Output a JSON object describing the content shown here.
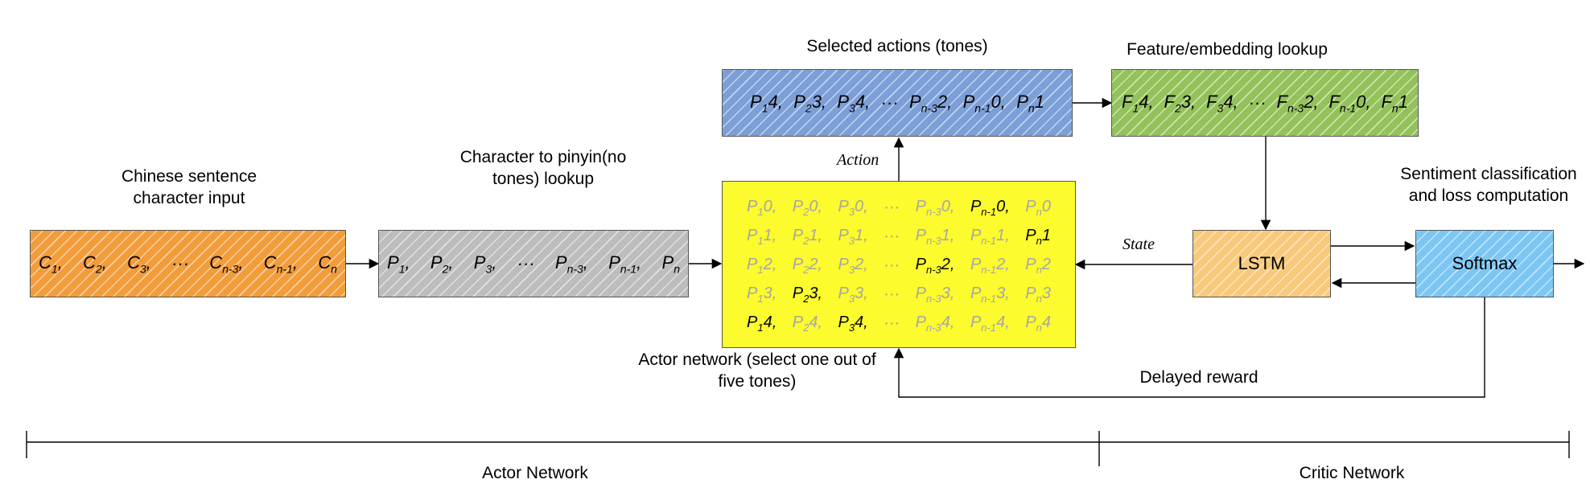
{
  "labels": {
    "input": "Chinese sentence character input",
    "pinyin": "Character to pinyin(no tones) lookup",
    "selected": "Selected actions (tones)",
    "feature": "Feature/embedding lookup",
    "sentiment": "Sentiment classification and loss computation",
    "actor_net": "Actor network (select one out of five tones)",
    "delayed": "Delayed reward",
    "action": "Action",
    "state": "State",
    "lstm": "LSTM",
    "softmax": "Softmax",
    "actor_section": "Actor Network",
    "critic_section": "Critic Network"
  },
  "colors": {
    "orange": "#f29c3a",
    "gray": "#bdbdbd",
    "blue": "#7c9fd8",
    "green": "#93c25a",
    "yellow": "#fbfb2e",
    "lstm": "#f8c97a",
    "softmax": "#7cc6f4",
    "inactive": "#a6a6a6"
  },
  "sequences": {
    "chars": [
      "C1,",
      "C2,",
      "C3,",
      "···",
      "Cn-3,",
      "Cn-1,",
      "Cn"
    ],
    "pinyin": [
      "P1,",
      "P2,",
      "P3,",
      "···",
      "Pn-3,",
      "Pn-1,",
      "Pn"
    ],
    "actions": [
      "P14,",
      "P23,",
      "P34,",
      "···",
      "Pn-32,",
      "Pn-10,",
      "Pn1"
    ],
    "features": [
      "F14,",
      "F23,",
      "F34,",
      "···",
      "Fn-32,",
      "Fn-10,",
      "Fn1"
    ]
  },
  "tone_grid": {
    "rows": [
      [
        "P10,",
        "P20,",
        "P30,",
        "···",
        "Pn-30,",
        "Pn-10,",
        "Pn0"
      ],
      [
        "P11,",
        "P21,",
        "P31,",
        "···",
        "Pn-31,",
        "Pn-11,",
        "Pn1"
      ],
      [
        "P12,",
        "P22,",
        "P32,",
        "···",
        "Pn-32,",
        "Pn-12,",
        "Pn2"
      ],
      [
        "P13,",
        "P23,",
        "P33,",
        "···",
        "Pn-33,",
        "Pn-13,",
        "Pn3"
      ],
      [
        "P14,",
        "P24,",
        "P34,",
        "···",
        "Pn-34,",
        "Pn-14,",
        "Pn4"
      ]
    ],
    "selected": [
      [
        0,
        5
      ],
      [
        1,
        6
      ],
      [
        2,
        4
      ],
      [
        3,
        1
      ],
      [
        4,
        0
      ],
      [
        4,
        2
      ]
    ]
  }
}
